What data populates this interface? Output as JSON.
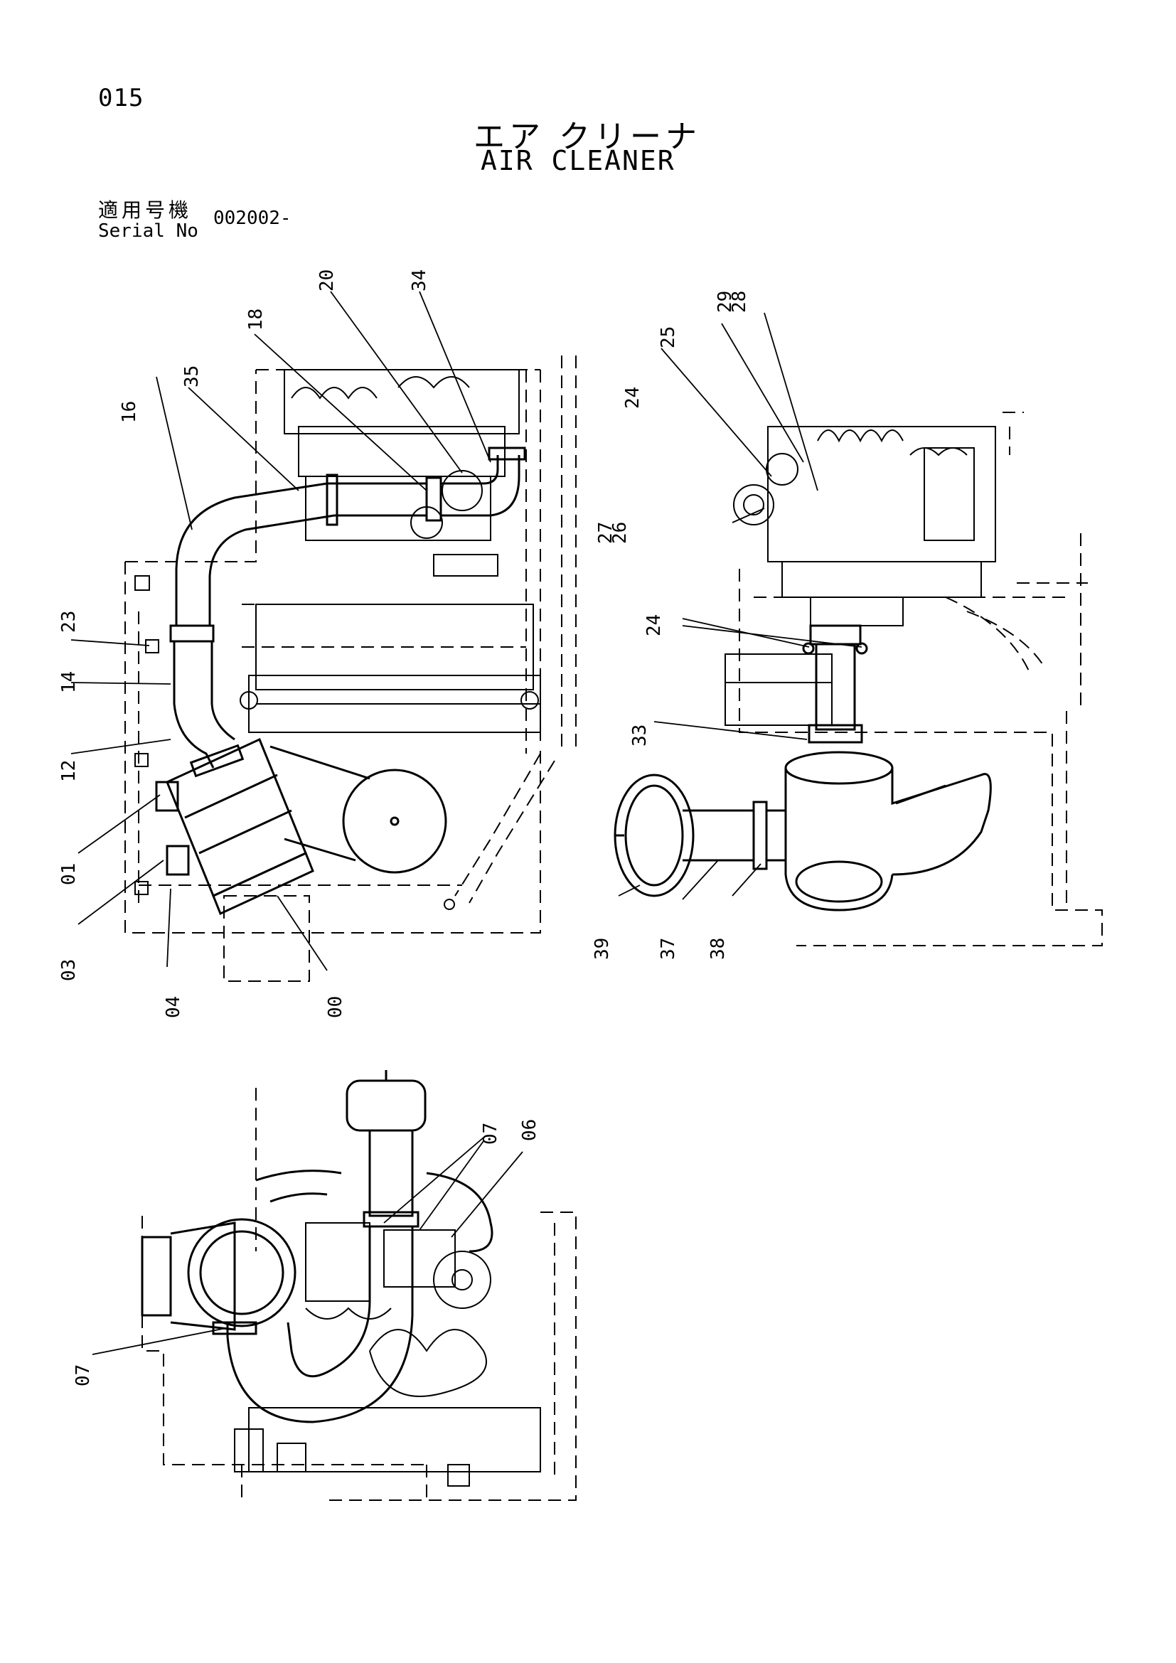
{
  "page": {
    "number": "015"
  },
  "title": {
    "japanese": "エア クリーナ",
    "english": "AIR CLEANER"
  },
  "serial": {
    "label_jp": "適用号機",
    "label_en": "Serial No",
    "value": "002002-"
  },
  "callouts": {
    "c16": "16",
    "c35": "35",
    "c18": "18",
    "c20": "20",
    "c34": "34",
    "c23": "23",
    "c14": "14",
    "c12": "12",
    "c01": "01",
    "c03": "03",
    "c04": "04",
    "c00": "00",
    "c25": "25",
    "c29": "29",
    "c28": "28",
    "c24a": "24",
    "c27": "27",
    "c26": "26",
    "c24b": "24",
    "c33": "33",
    "c39": "39",
    "c37": "37",
    "c38": "38",
    "c07a": "07",
    "c06": "06",
    "c07b": "07"
  }
}
